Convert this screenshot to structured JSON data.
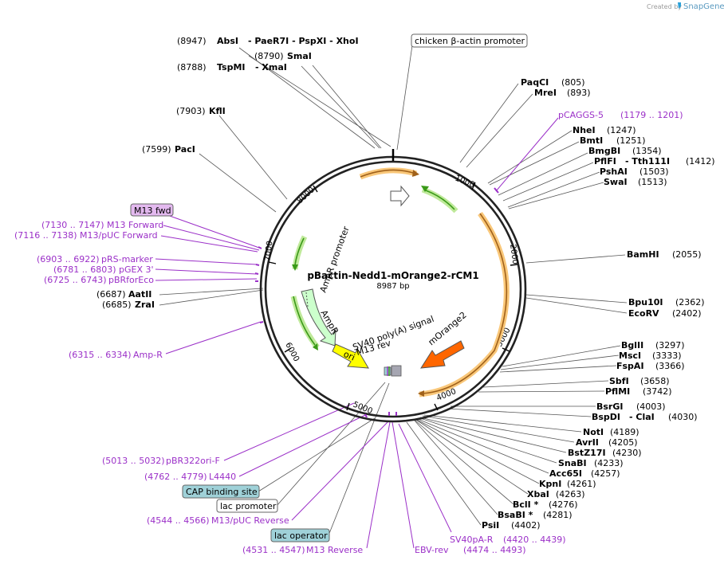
{
  "credit": {
    "created_by": "Created by",
    "brand": "SnapGene"
  },
  "plasmid": {
    "name": "pBactin-Nedd1-mOrange2-rCM1",
    "size": "8987 bp"
  },
  "ticks": [
    "1000",
    "2000",
    "3000",
    "4000",
    "5000",
    "6000",
    "7000",
    "8000"
  ],
  "colors": {
    "orange_arrow": "#ff6600",
    "yellow": "#ffff00",
    "green_arrow": "#ccffcc",
    "primer": "#9b30c8",
    "highlight_orange": "#f9c779",
    "highlight_green": "#bfe99a"
  },
  "sites_top": [
    {
      "pos": "(8947)",
      "name": "AbsI",
      "extra": "- PaeR7I   - PspXI   - XhoI"
    },
    {
      "pos": "(8790)",
      "name": "SmaI"
    },
    {
      "pos": "(8788)",
      "name": "TspMI",
      "extra": "- XmaI"
    },
    {
      "pos": "(7903)",
      "name": "KflI"
    },
    {
      "pos": "(7599)",
      "name": "PacI"
    }
  ],
  "sites_right": [
    {
      "name": "PaqCI",
      "pos": "(805)"
    },
    {
      "name": "MreI",
      "pos": "(893)"
    },
    {
      "name": "NheI",
      "pos": "(1247)"
    },
    {
      "name": "BmtI",
      "pos": "(1251)"
    },
    {
      "name": "BmgBI",
      "pos": "(1354)"
    },
    {
      "name": "PflFI",
      "extra": "- Tth111I",
      "pos": "(1412)"
    },
    {
      "name": "PshAI",
      "pos": "(1503)"
    },
    {
      "name": "SwaI",
      "pos": "(1513)"
    },
    {
      "name": "BamHI",
      "pos": "(2055)"
    },
    {
      "name": "Bpu10I",
      "pos": "(2362)"
    },
    {
      "name": "EcoRV",
      "pos": "(2402)"
    },
    {
      "name": "BglII",
      "pos": "(3297)"
    },
    {
      "name": "MscI",
      "pos": "(3333)"
    },
    {
      "name": "FspAI",
      "pos": "(3366)"
    },
    {
      "name": "SbfI",
      "pos": "(3658)"
    },
    {
      "name": "PflMI",
      "pos": "(3742)"
    },
    {
      "name": "BsrGI",
      "pos": "(4003)"
    },
    {
      "name": "BspDI",
      "extra": "- ClaI",
      "pos": "(4030)"
    },
    {
      "name": "NotI",
      "pos": "(4189)"
    },
    {
      "name": "AvrII",
      "pos": "(4205)"
    },
    {
      "name": "BstZ17I",
      "pos": "(4230)"
    },
    {
      "name": "SnaBI",
      "pos": "(4233)"
    },
    {
      "name": "Acc65I",
      "pos": "(4257)"
    },
    {
      "name": "KpnI",
      "pos": "(4261)"
    },
    {
      "name": "XbaI",
      "pos": "(4263)"
    },
    {
      "name": "BclI *",
      "pos": "(4276)"
    },
    {
      "name": "BsaBI *",
      "pos": "(4281)"
    },
    {
      "name": "PsiI",
      "pos": "(4402)"
    }
  ],
  "sites_left": [
    {
      "pos": "(6687)",
      "name": "AatII"
    },
    {
      "pos": "(6685)",
      "name": "ZraI"
    }
  ],
  "primers": [
    {
      "label": "pCAGGS-5",
      "range": "(1179 .. 1201)"
    },
    {
      "range": "(7130 .. 7147)",
      "label": "M13 Forward"
    },
    {
      "range": "(7116 .. 7138)",
      "label": "M13/pUC Forward"
    },
    {
      "range": "(6903 .. 6922)",
      "label": "pRS-marker"
    },
    {
      "range": "(6781 .. 6803)",
      "label": "pGEX 3'"
    },
    {
      "range": "(6725 .. 6743)",
      "label": "pBRforEco"
    },
    {
      "range": "(6315 .. 6334)",
      "label": "Amp-R"
    },
    {
      "range": "(5013 .. 5032)",
      "label": "pBR322ori-F"
    },
    {
      "range": "(4762 .. 4779)",
      "label": "L4440"
    },
    {
      "range": "(4544 .. 4566)",
      "label": "M13/pUC Reverse"
    },
    {
      "range": "(4531 .. 4547)",
      "label": "M13 Reverse"
    },
    {
      "label": "EBV-rev",
      "range": ""
    },
    {
      "label": "SV40pA-R",
      "range": "(4420 .. 4439)"
    },
    {
      "label": "",
      "range": "(4474 .. 4493)"
    }
  ],
  "boxes": {
    "m13fwd": "M13 fwd",
    "chicken": "chicken β-actin promoter",
    "cap": "CAP binding site",
    "lacprom": "lac promoter",
    "lacop": "lac operator"
  },
  "features": {
    "ampr_promoter": "AmpR promoter",
    "ampr": "AmpR",
    "ori": "ori",
    "sv40": "SV40 poly(A) signal",
    "morange2": "mOrange2",
    "m13rev": "M13 rev"
  }
}
